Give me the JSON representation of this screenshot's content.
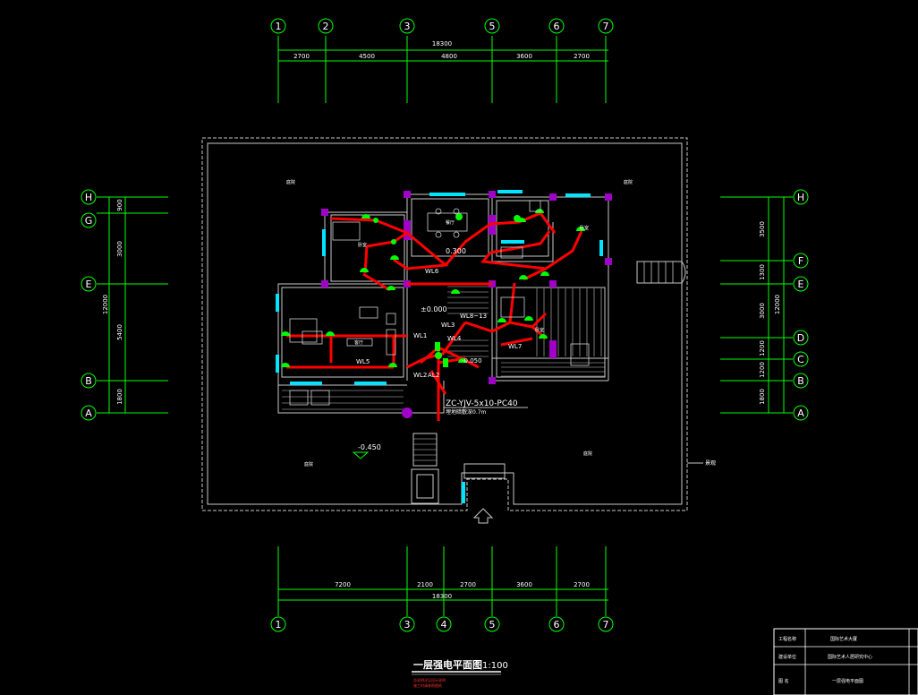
{
  "drawing": {
    "title": "一层强电平面图",
    "scale": "1:100",
    "note_line1": "总说明详见设计说明",
    "note_line2": "施工时请参照图纸"
  },
  "grid_top": {
    "axes": [
      "1",
      "2",
      "3",
      "5",
      "6",
      "7"
    ],
    "total": "18300",
    "spans": [
      "2700",
      "4500",
      "4800",
      "3600",
      "2700"
    ]
  },
  "grid_bottom": {
    "axes": [
      "1",
      "3",
      "4",
      "5",
      "6",
      "7"
    ],
    "total": "18300",
    "spans": [
      "7200",
      "2100",
      "2700",
      "3600",
      "2700"
    ]
  },
  "grid_left": {
    "axes": [
      "H",
      "G",
      "E",
      "B",
      "A"
    ],
    "total": "12000",
    "spans": [
      "900",
      "3000",
      "5400",
      "1800"
    ]
  },
  "grid_right": {
    "axes": [
      "H",
      "F",
      "E",
      "D",
      "C",
      "B",
      "A"
    ],
    "total": "12000",
    "spans": [
      "3500",
      "1300",
      "3000",
      "1200",
      "1200",
      "1800"
    ]
  },
  "annotations": {
    "level_0": "±0.000",
    "level_n450": "-0.450",
    "level_0300": "0.300",
    "level_n050": "-0.050",
    "cable_spec": "ZC-YJV-5x10-PC40",
    "cable_note": "埋地暗敷深0.7m",
    "panel_al": "AL2",
    "wl": [
      "WL1",
      "WL2",
      "WL3",
      "WL4",
      "WL5",
      "WL6",
      "WL7",
      "WL8~13"
    ],
    "rooms": [
      "庭院",
      "庭院",
      "庭院",
      "庭院",
      "卧室",
      "客厅",
      "卧室",
      "卧室",
      "餐厅"
    ],
    "side_mark": "景观"
  },
  "title_block": {
    "row1_label": "工程名称",
    "row1_value": "国际艺术大厦",
    "row2_label": "建设单位",
    "row2_value": "国际艺术人居研究中心",
    "row3_label": "图 名",
    "row3_value": "一层强电平面图"
  },
  "colors": {
    "grid": "#00ff00",
    "wire": "#ff0000",
    "column": "#a000c8",
    "window": "#00e5ff",
    "wall": "#c8c8c8"
  }
}
